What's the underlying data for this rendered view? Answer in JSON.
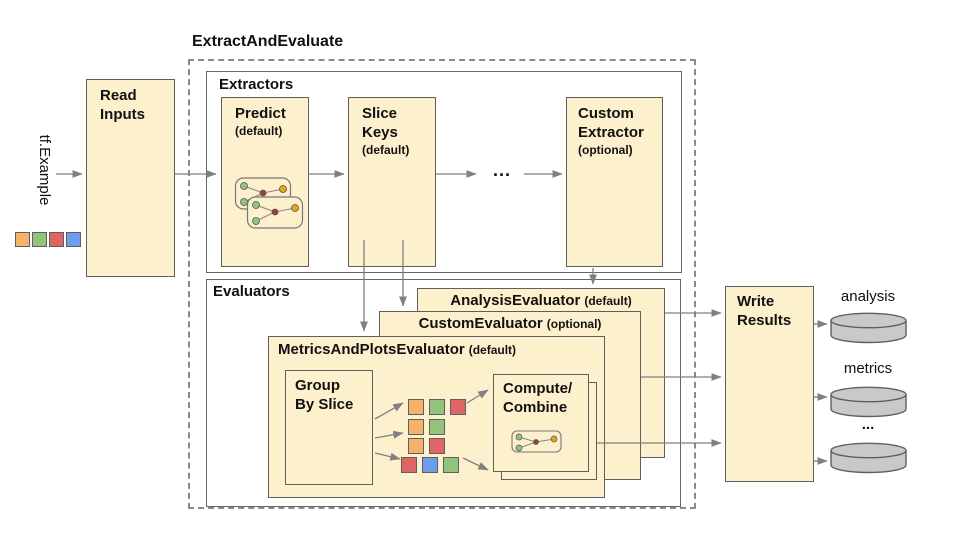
{
  "diagram_title": "ExtractAndEvaluate",
  "input": {
    "label": "tf.Example",
    "legend": [
      "orange",
      "green",
      "red",
      "blue"
    ]
  },
  "read_inputs": {
    "lines": [
      "Read",
      "Inputs"
    ]
  },
  "extractors": {
    "title": "Extractors",
    "predict": {
      "lines": [
        "Predict"
      ],
      "qualifier": "(default)"
    },
    "slice_keys": {
      "lines": [
        "Slice",
        "Keys"
      ],
      "qualifier": "(default)"
    },
    "ellipsis": "...",
    "custom_extractor": {
      "lines": [
        "Custom",
        "Extractor"
      ],
      "qualifier": "(optional)"
    }
  },
  "evaluators": {
    "title": "Evaluators",
    "analysis_evaluator": {
      "name": "AnalysisEvaluator",
      "qualifier": "(default)"
    },
    "custom_evaluator": {
      "name": "CustomEvaluator",
      "qualifier": "(optional)"
    },
    "metrics_and_plots_evaluator": {
      "name": "MetricsAndPlotsEvaluator",
      "qualifier": "(default)"
    },
    "group_by_slice": {
      "lines": [
        "Group",
        "By Slice"
      ]
    },
    "compute_combine": {
      "lines": [
        "Compute/",
        "Combine"
      ]
    },
    "slice_rows": [
      [
        "orange",
        "green",
        "red"
      ],
      [
        "orange",
        "green"
      ],
      [
        "orange",
        "red"
      ],
      [
        "red",
        "blue",
        "green"
      ]
    ]
  },
  "write_results": {
    "lines": [
      "Write",
      "Results"
    ]
  },
  "outputs": {
    "labels": [
      "analysis",
      "metrics",
      "..."
    ]
  },
  "palette": {
    "box_fill": "#FDF0CC",
    "box_border": "#5F5F5F",
    "orange": "#F6B26B",
    "green": "#93C47D",
    "red": "#E06666",
    "blue": "#6D9EEB",
    "node_green": "#93C47D",
    "node_red": "#A33B2E",
    "node_yellow": "#E2A713",
    "cylinder_fill": "#C9C9C9",
    "arrow": "#808080"
  }
}
